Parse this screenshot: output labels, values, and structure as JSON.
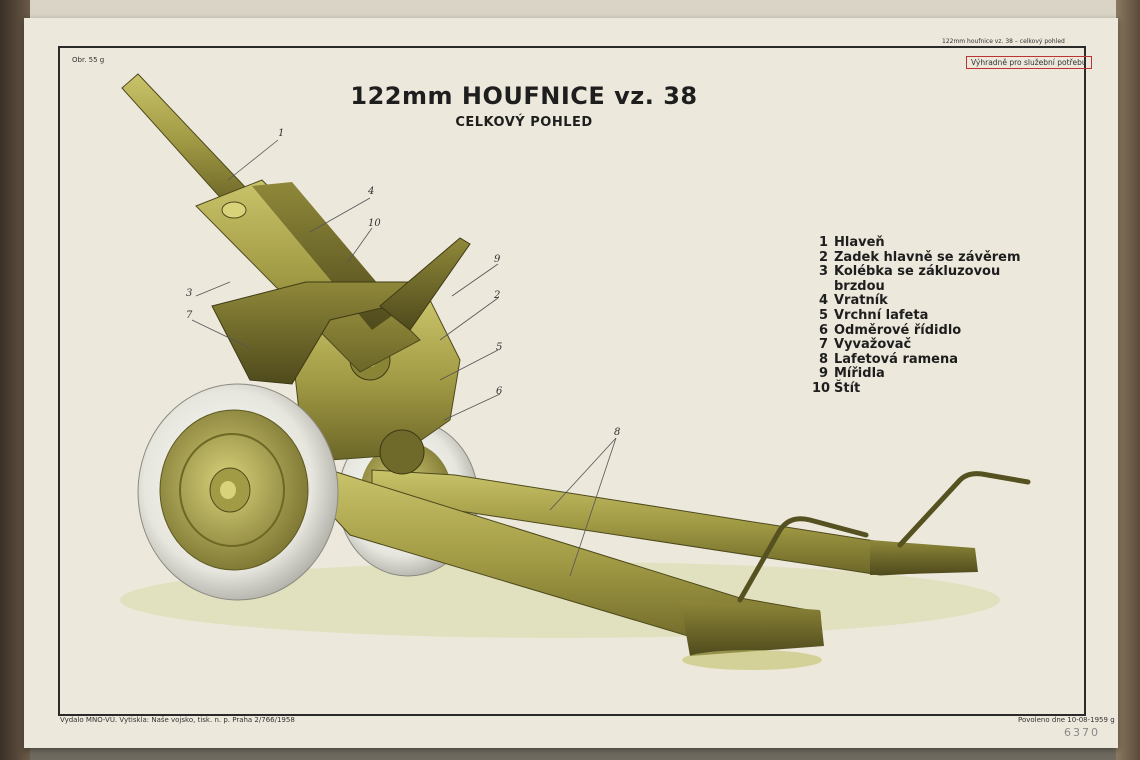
{
  "header": {
    "figure_no": "Obr. 55 g",
    "title": "122mm HOUFNICE vz. 38",
    "subtitle": "CELKOVÝ POHLED",
    "top_right_caption": "122mm houfnice vz. 38 – celkový pohled",
    "restriction_stamp": "Výhradně pro služební potřebu"
  },
  "legend": {
    "items": [
      {
        "num": "1",
        "label": "Hlaveň"
      },
      {
        "num": "2",
        "label": "Zadek hlavně se závěrem"
      },
      {
        "num": "3",
        "label": "Kolébka se zákluzovou",
        "cont": "brzdou"
      },
      {
        "num": "4",
        "label": "Vratník"
      },
      {
        "num": "5",
        "label": "Vrchní lafeta"
      },
      {
        "num": "6",
        "label": "Odměrové řídidlo"
      },
      {
        "num": "7",
        "label": "Vyvažovač"
      },
      {
        "num": "8",
        "label": "Lafetová ramena"
      },
      {
        "num": "9",
        "label": "Mířidla"
      },
      {
        "num": "10",
        "label": "Štít"
      }
    ]
  },
  "callouts": [
    "1",
    "4",
    "10",
    "3",
    "9",
    "2",
    "7",
    "5",
    "6",
    "8"
  ],
  "footer": {
    "left": "Vydalo MNO-VÚ. Vytiskla: Naše vojsko, tisk. n. p. Praha 2/766/1958",
    "right": "Povoleno dne 10-08-1959 g",
    "stock_number": "6370"
  },
  "colors": {
    "paper": "#ede8dc",
    "gun_olive": "#a9a24a",
    "gun_dark": "#6f6a2a",
    "tire": "#e9e9e3"
  }
}
